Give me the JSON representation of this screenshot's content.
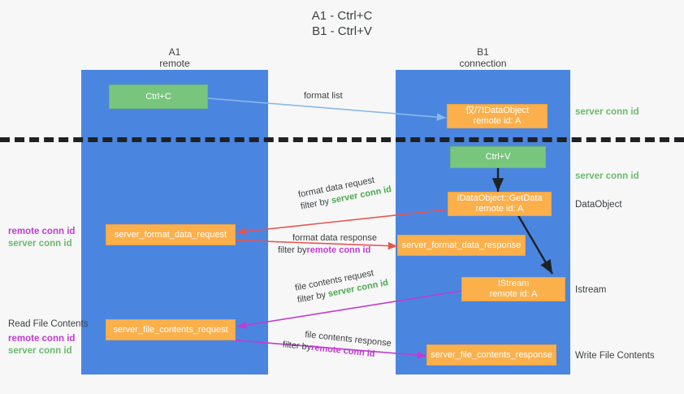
{
  "title": "A1 - Ctrl+C\nB1 - Ctrl+V",
  "lanes": {
    "a": {
      "name": "A1",
      "sub": "remote",
      "header": "A1\nremote"
    },
    "b": {
      "name": "B1",
      "sub": "connection",
      "header": "B1\nconnection"
    }
  },
  "nodes": {
    "ctrl_c": "Ctrl+C",
    "ctrl_v": "Ctrl+V",
    "idataobject": "仅/7IDataObject\nremote id: A",
    "getdata": "IDataObject::GetData\nremote id: A",
    "istream": "IStream\nremote id: A",
    "format_data_request": "server_format_data_request",
    "format_data_response": "server_format_data_response",
    "file_contents_request": "server_file_contents_request",
    "file_contents_response": "server_file_contents_response"
  },
  "side_labels": {
    "server_conn_id_top": "server conn id",
    "server_conn_id_mid": "server conn id",
    "dataobject": "DataObject",
    "istream": "Istream",
    "write_file_contents": "Write File Contents",
    "read_file_contents": "Read File Contents"
  },
  "conn_pairs": {
    "left_format": {
      "remote": "remote conn id",
      "server": "server conn id"
    },
    "left_file": {
      "remote": "remote conn id",
      "server": "server conn id"
    }
  },
  "edges": {
    "format_list": "format list",
    "format_data_request": {
      "line1": "format data request",
      "filter_prefix": "filter by ",
      "filter_value": "server conn id"
    },
    "format_data_response": {
      "line1": "format data response",
      "filter_prefix": "filter by ",
      "filter_value": "remote conn id"
    },
    "file_contents_request": {
      "line1": "file contents request",
      "filter_prefix": "filter by ",
      "filter_value": "server conn id"
    },
    "file_contents_response": {
      "line1": "file contents response",
      "filter_prefix": "filter by ",
      "filter_value": "remote conn id"
    }
  },
  "colors": {
    "lane": "#4a86e0",
    "green_node": "#78c57d",
    "orange_node": "#fbb04c",
    "green_text": "#6aba6f",
    "purple_text": "#c03cd0",
    "red_arrow": "#e8534f",
    "magenta_arrow": "#c03cd0",
    "blue_arrow": "#8ab9e8",
    "black_arrow": "#202124",
    "background": "#f7f7f7"
  }
}
